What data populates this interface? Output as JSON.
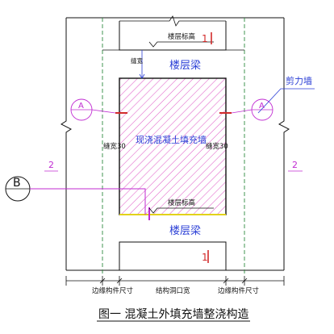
{
  "labels": {
    "floor_elev_top": "楼层标高",
    "floor_elev_mid": "楼层标高",
    "beam_top": "楼层梁",
    "beam_bottom": "楼层梁",
    "shear_wall": "剪力墙",
    "fill_wall": "现浇混凝土填充墙",
    "gap_left": "缝宽30",
    "gap_right": "缝宽30",
    "gap_vertical": "缝宽",
    "edge_left": "边缘构件尺寸",
    "opening": "结构洞口宽",
    "edge_right": "边缘构件尺寸",
    "caption": "图一  混凝土外填充墙整浇构造"
  },
  "markers": {
    "section_a_left": "A",
    "section_a_right": "A",
    "section_b": "B",
    "wall_left": "2",
    "wall_right": "2",
    "mark_top": "1",
    "mark_bottom": "1"
  },
  "colors": {
    "line": "#111111",
    "text_blue": "#2b3fd6",
    "dashed_green": "#2e8b3e",
    "hatch": "#e060c8",
    "section_magenta": "#c02bd2",
    "cut_red": "#d22a2a",
    "top_yellow": "#e2d21a",
    "bottom_yellow": "#e2d21a"
  }
}
